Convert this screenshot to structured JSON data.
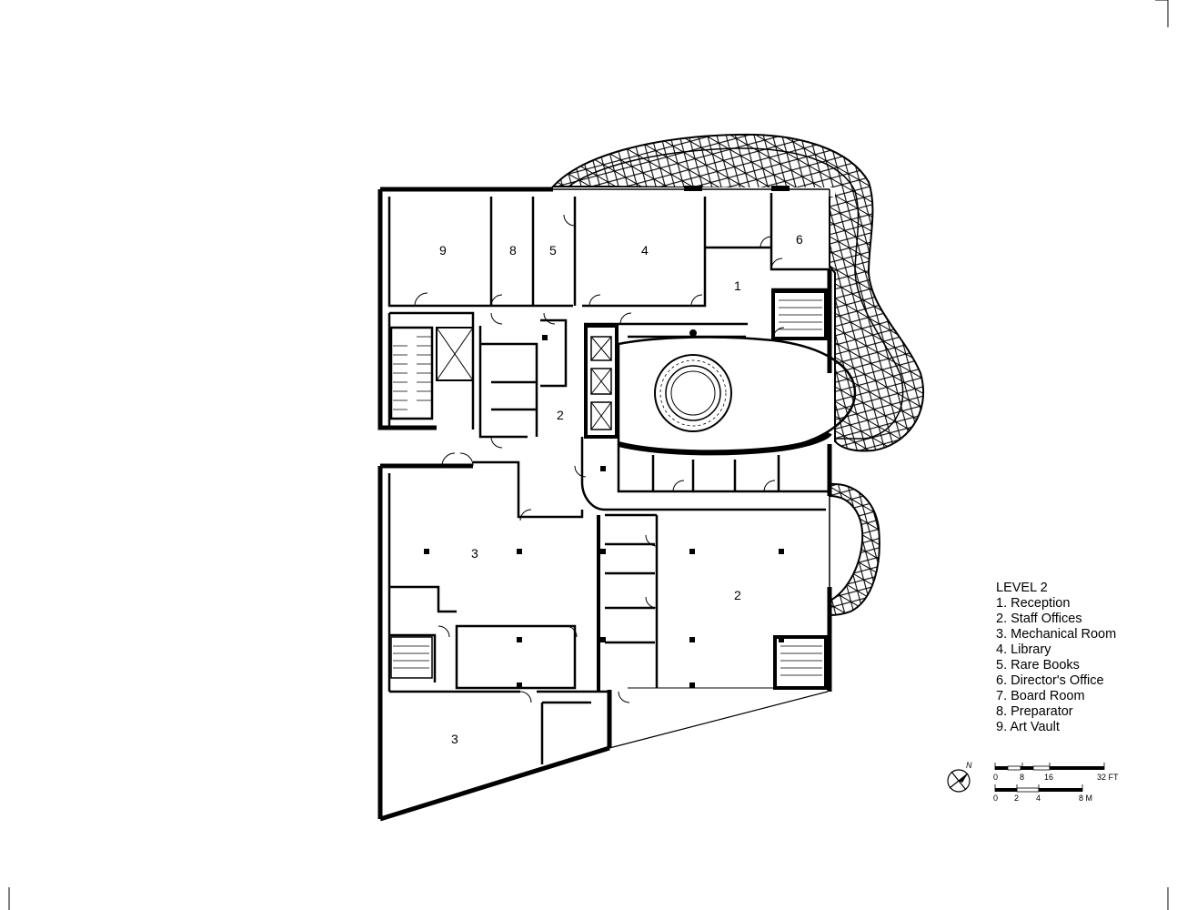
{
  "legend": {
    "title": "LEVEL 2",
    "items": [
      "1. Reception",
      "2. Staff Offices",
      "3. Mechanical Room",
      "4. Library",
      "5. Rare Books",
      "6. Director's Office",
      "7. Board Room",
      "8. Preparator",
      "9. Art Vault"
    ]
  },
  "room_numbers": {
    "art_vault": "9",
    "preparator": "8",
    "rare_books": "5",
    "library": "4",
    "directors_office": "6",
    "reception": "1",
    "staff_offices_upper": "2",
    "staff_offices_lower": "2",
    "mechanical_upper": "3",
    "mechanical_lower": "3"
  },
  "north_arrow": {
    "label": "N"
  },
  "scale_bar": {
    "feet_ticks": [
      "0",
      "8",
      "16",
      "32 FT"
    ],
    "meter_ticks": [
      "0",
      "2",
      "4",
      "8 M"
    ]
  }
}
